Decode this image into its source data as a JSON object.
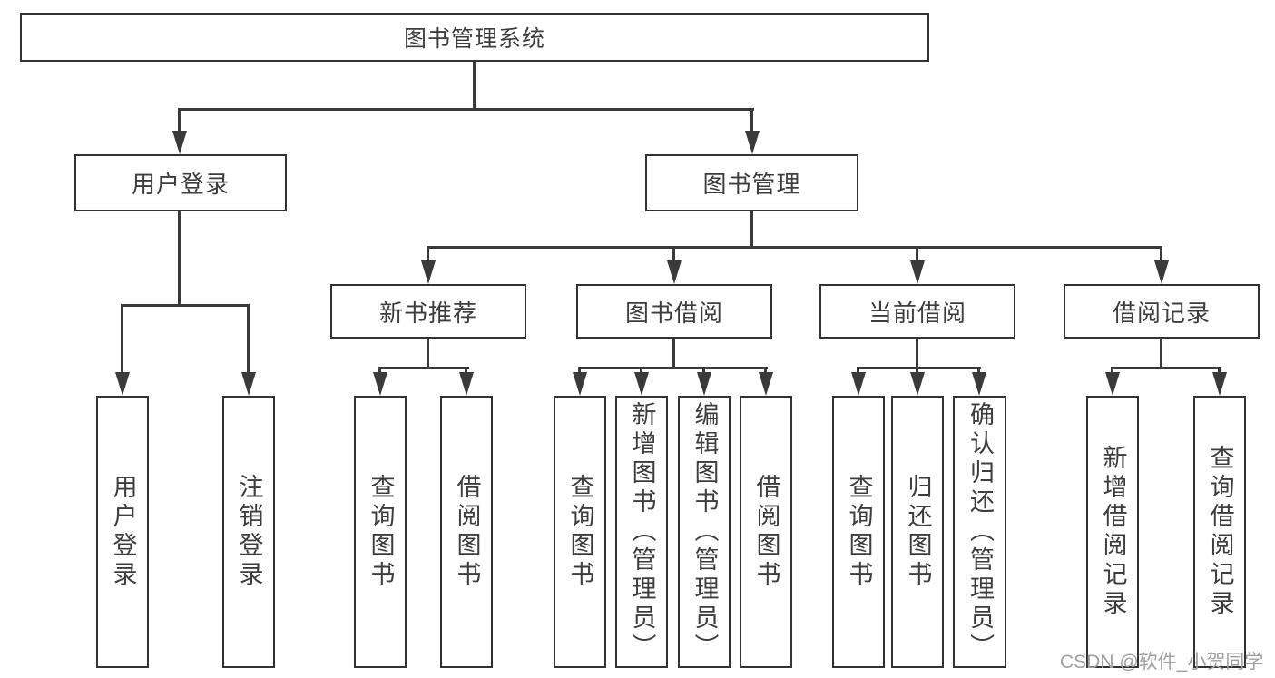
{
  "diagram_type": "hierarchy-tree",
  "tree": {
    "label": "图书管理系统",
    "children": [
      {
        "label": "用户登录",
        "children": [
          {
            "label": "用户登录"
          },
          {
            "label": "注销登录"
          }
        ]
      },
      {
        "label": "图书管理",
        "children": [
          {
            "label": "新书推荐",
            "children": [
              {
                "label": "查询图书"
              },
              {
                "label": "借阅图书"
              }
            ]
          },
          {
            "label": "图书借阅",
            "children": [
              {
                "label": "查询图书"
              },
              {
                "label": "新增图书（管理员）"
              },
              {
                "label": "编辑图书（管理员）"
              },
              {
                "label": "借阅图书"
              }
            ]
          },
          {
            "label": "当前借阅",
            "children": [
              {
                "label": "查询图书"
              },
              {
                "label": "归还图书"
              },
              {
                "label": "确认归还（管理员）"
              }
            ]
          },
          {
            "label": "借阅记录",
            "children": [
              {
                "label": "新增借阅记录"
              },
              {
                "label": "查询借阅记录"
              }
            ]
          }
        ]
      }
    ]
  },
  "watermark": {
    "text": "CSDN @软件_小贺同学"
  },
  "colors": {
    "line": "#3a3a3a",
    "box_border": "#333333",
    "text": "#3d3d3d",
    "watermark": "#a0a0a0",
    "background": "#ffffff"
  }
}
